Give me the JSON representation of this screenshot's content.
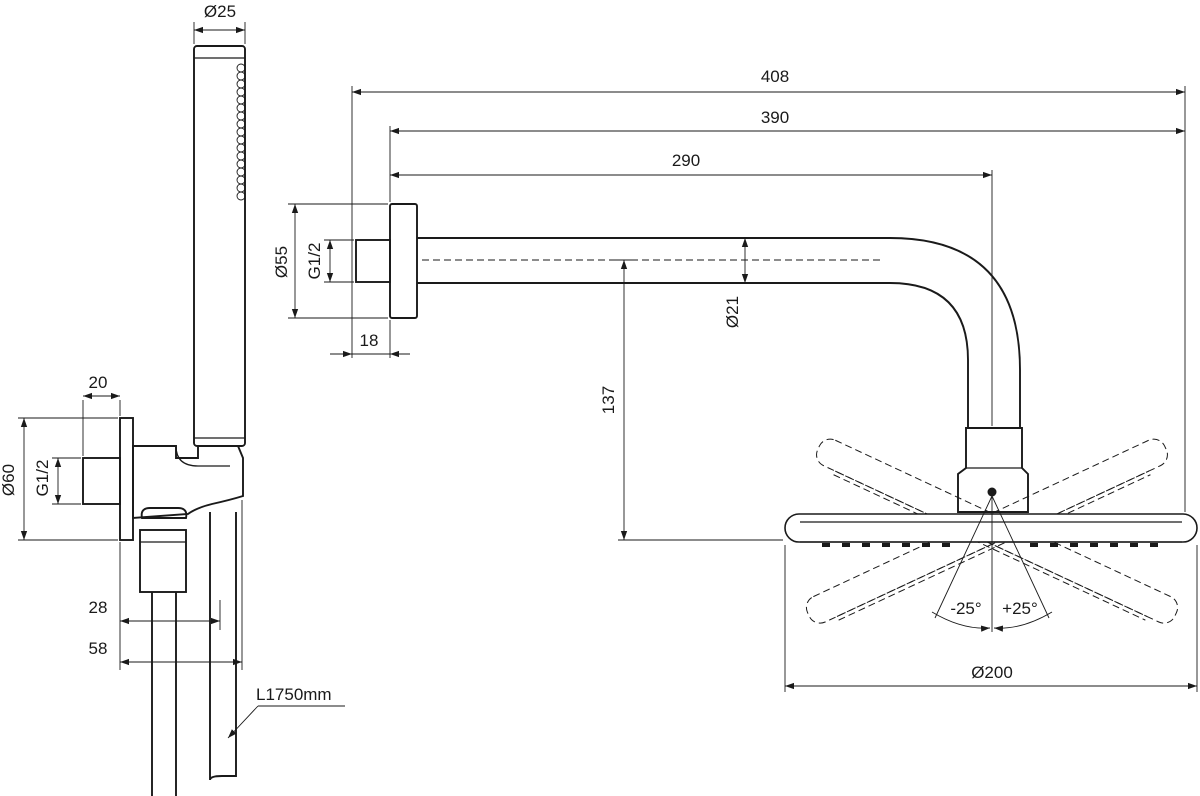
{
  "dimensions": {
    "handshower_diameter": "Ø25",
    "elbow_depth": "20",
    "elbow_flange_diameter": "Ø60",
    "elbow_thread": "G1/2",
    "holder_offset_28": "28",
    "holder_offset_58": "58",
    "hose_length": "L1750mm",
    "arm_length_408": "408",
    "arm_length_390": "390",
    "arm_length_290": "290",
    "flange_diameter": "Ø55",
    "arm_thread": "G1/2",
    "flange_depth": "18",
    "arm_tube_diameter": "Ø21",
    "drop_height": "137",
    "tilt_negative": "-25°",
    "tilt_positive": "+25°",
    "head_diameter": "Ø200"
  }
}
